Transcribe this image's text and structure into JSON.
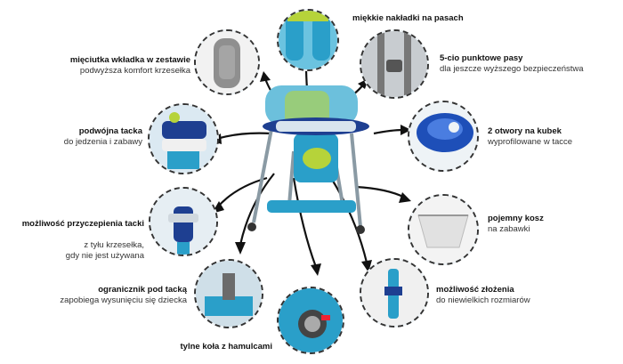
{
  "features": [
    {
      "id": "pads",
      "title": "miękkie nakładki na pasach",
      "desc": ""
    },
    {
      "id": "insert",
      "title": "mięciutka wkładka w zestawie",
      "desc": "podwyższa komfort krzesełka"
    },
    {
      "id": "belts",
      "title": "5-cio punktowe pasy",
      "desc": "dla jeszcze wyższego bezpieczeństwa"
    },
    {
      "id": "tray",
      "title": "podwójna tacka",
      "desc": "do jedzenia i zabawy"
    },
    {
      "id": "cup",
      "title": "2 otwory na kubek",
      "desc": "wyprofilowane w tacce"
    },
    {
      "id": "attach",
      "title": "możliwość przyczepienia tacki",
      "desc": "z tyłu krzesełka,\ngdy nie jest używana"
    },
    {
      "id": "basket",
      "title": "pojemny kosz",
      "desc": "na zabawki"
    },
    {
      "id": "limiter",
      "title": "ogranicznik pod tacką",
      "desc": "zapobiega wysunięciu się dziecka"
    },
    {
      "id": "fold",
      "title": "możliwość złożenia",
      "desc": "do niewielkich rozmiarów"
    },
    {
      "id": "wheels",
      "title": "tylne koła z hamulcami",
      "desc": ""
    }
  ],
  "colors": {
    "accent": "#2a9fc9",
    "lime": "#b6d33a",
    "dark": "#1a1a1a",
    "navy": "#1e3f91"
  }
}
